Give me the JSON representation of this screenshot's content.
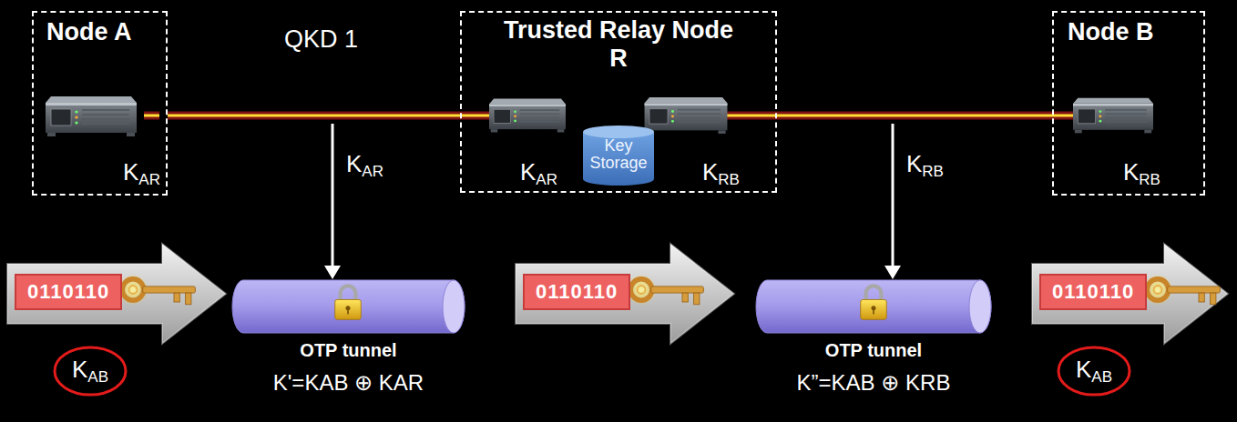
{
  "diagram": {
    "nodes": [
      {
        "text": [
          "Node A",
          "KAR"
        ]
      },
      {
        "text": [
          "Trusted Relay Node R",
          "KAR",
          "KRB"
        ]
      },
      {
        "text": [
          "Key Storage"
        ],
        "in": 1
      },
      {
        "text": [
          "Node B",
          "KRB"
        ]
      },
      {
        "text": [
          "0110110"
        ]
      },
      {
        "text": [
          "OTP tunnel",
          "K'=KAB ⊕ KAR"
        ]
      },
      {
        "text": [
          "0110110"
        ]
      },
      {
        "text": [
          "OTP tunnel",
          "K”=KAB ⊕ KRB"
        ]
      },
      {
        "text": [
          "0110110"
        ]
      },
      {
        "text": [
          "KAB"
        ]
      },
      {
        "text": [
          "KAB"
        ]
      }
    ],
    "edges": [
      {
        "from": 0,
        "to": 1,
        "label": "QKD 1",
        "arrow": "none"
      },
      {
        "from": 1,
        "to": 3,
        "arrow": "none"
      }
    ],
    "labels": [
      "KAR",
      "KRB"
    ]
  }
}
